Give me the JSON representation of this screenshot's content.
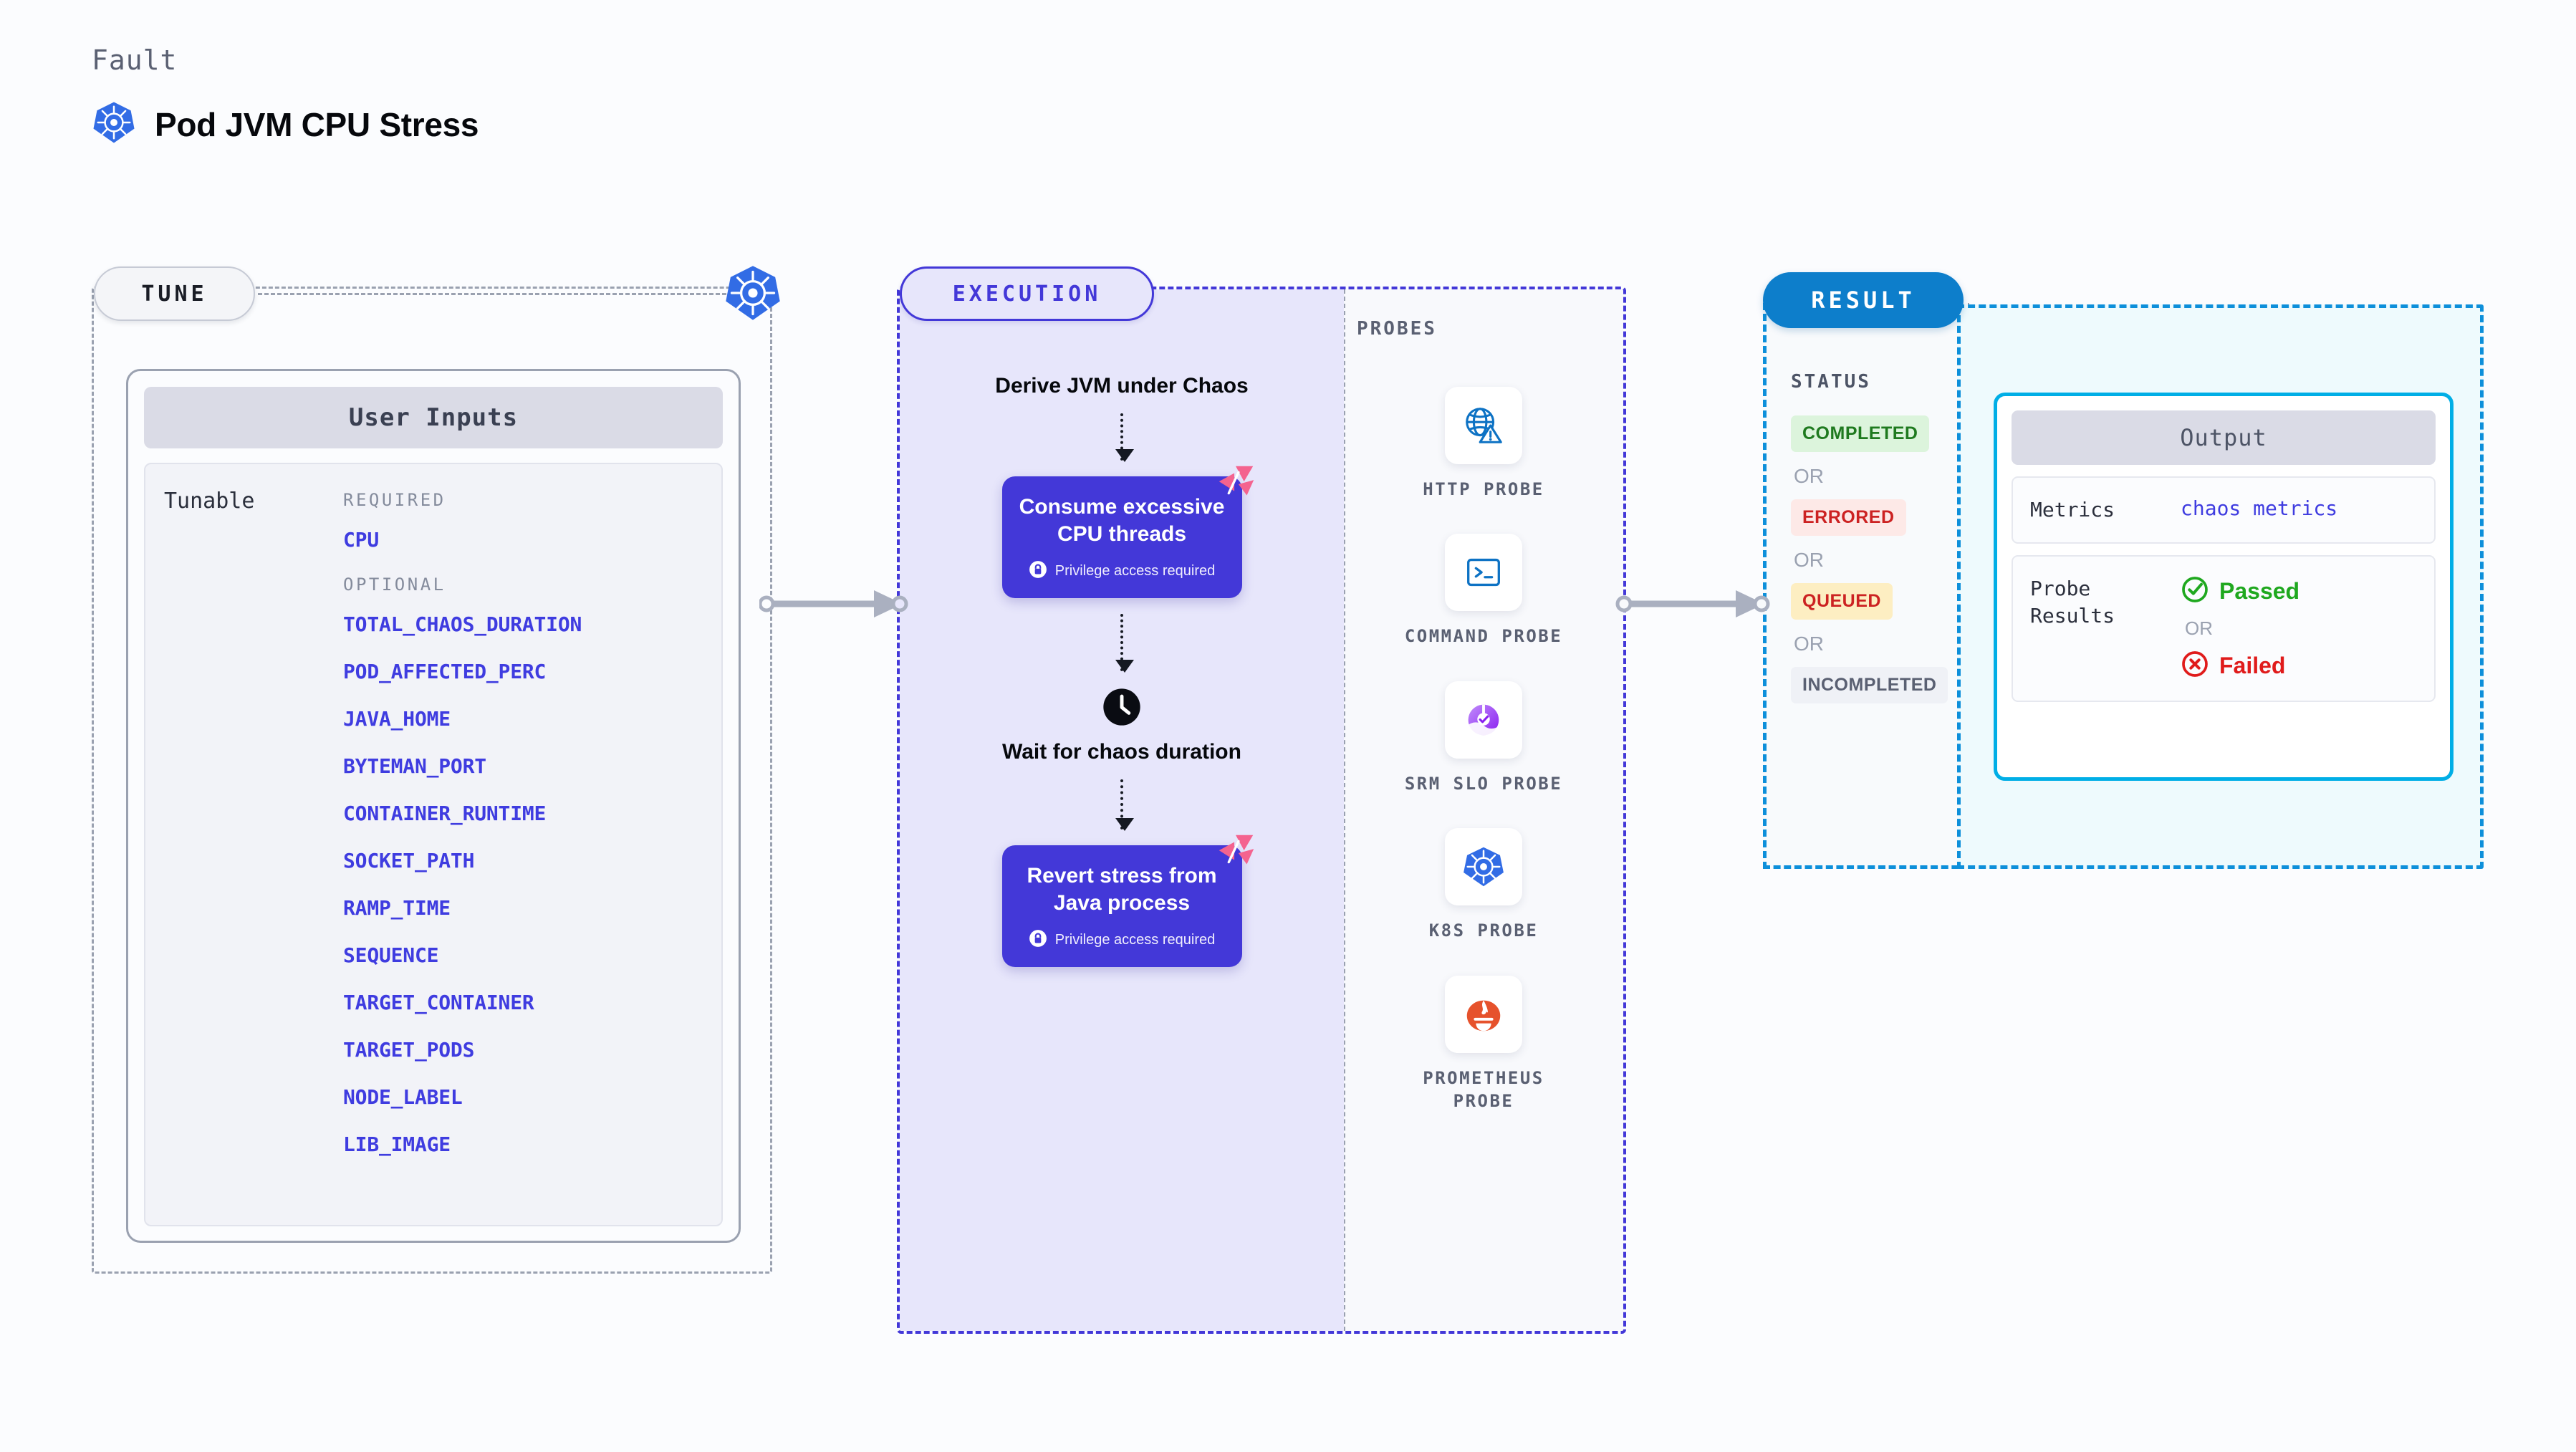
{
  "header": {
    "eyebrow": "Fault",
    "title": "Pod JVM CPU Stress",
    "icon": "kubernetes-icon"
  },
  "tune": {
    "pill_label": "TUNE",
    "badge_icon": "kubernetes-icon",
    "card_title": "User Inputs",
    "row_label": "Tunable",
    "required_heading": "REQUIRED",
    "optional_heading": "OPTIONAL",
    "required": [
      "CPU"
    ],
    "optional": [
      "TOTAL_CHAOS_DURATION",
      "POD_AFFECTED_PERC",
      "JAVA_HOME",
      "BYTEMAN_PORT",
      "CONTAINER_RUNTIME",
      "SOCKET_PATH",
      "RAMP_TIME",
      "SEQUENCE",
      "TARGET_CONTAINER",
      "TARGET_PODS",
      "NODE_LABEL",
      "LIB_IMAGE"
    ]
  },
  "execution": {
    "pill_label": "EXECUTION",
    "steps": [
      {
        "type": "text",
        "label": "Derive JVM under Chaos"
      },
      {
        "type": "card",
        "label": "Consume excessive CPU threads",
        "privilege_note": "Privilege access required",
        "lock_icon": "lock-icon",
        "badge_icon": "litmus-chaos-icon"
      },
      {
        "type": "clock",
        "label": "Wait for chaos duration",
        "icon": "clock-icon"
      },
      {
        "type": "card",
        "label": "Revert stress from Java process",
        "privilege_note": "Privilege access required",
        "lock_icon": "lock-icon",
        "badge_icon": "litmus-chaos-icon"
      }
    ]
  },
  "probes": {
    "title": "PROBES",
    "items": [
      {
        "caption": "HTTP PROBE",
        "icon": "globe-warning-icon"
      },
      {
        "caption": "COMMAND PROBE",
        "icon": "terminal-icon"
      },
      {
        "caption": "SRM SLO PROBE",
        "icon": "srm-slo-icon"
      },
      {
        "caption": "K8S PROBE",
        "icon": "kubernetes-icon"
      },
      {
        "caption": "PROMETHEUS PROBE",
        "icon": "prometheus-icon"
      }
    ]
  },
  "result": {
    "pill_label": "RESULT",
    "status_title": "STATUS",
    "or_label": "OR",
    "statuses": [
      {
        "label": "COMPLETED",
        "text_color": "#1f7a1f",
        "bg_color": "#dcf4dc"
      },
      {
        "label": "ERRORED",
        "text_color": "#cc2222",
        "bg_color": "#fde9e7"
      },
      {
        "label": "QUEUED",
        "text_color": "#cc2222",
        "bg_color": "#fdeec2"
      },
      {
        "label": "INCOMPLETED",
        "text_color": "#5a6072",
        "bg_color": "#eff1f6"
      }
    ],
    "output": {
      "title": "Output",
      "metrics_key": "Metrics",
      "metrics_value": "chaos metrics",
      "probe_key": "Probe Results",
      "passed_label": "Passed",
      "passed_icon": "check-circle-icon",
      "passed_color": "#1fa81f",
      "or_label": "OR",
      "failed_label": "Failed",
      "failed_icon": "x-circle-icon",
      "failed_color": "#e01b1b"
    }
  },
  "colors": {
    "chaos_purple": "#4338d8",
    "link_blue": "#3f3ce0",
    "result_blue": "#0d7ecb",
    "output_cyan": "#00aee6",
    "litmus_pink": "#f4638f",
    "k8s_blue": "#326ce5"
  }
}
